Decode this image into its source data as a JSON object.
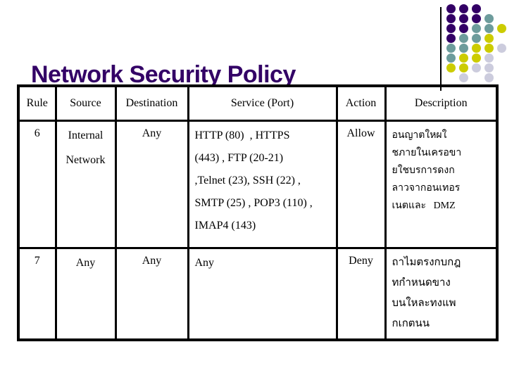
{
  "title": "Network Security Policy",
  "colors": {
    "title": "#330066",
    "border": "#000000",
    "dot_purple": "#330066",
    "dot_teal": "#6D9C9C",
    "dot_yellow": "#CCCC00",
    "dot_gray": "#CCCCDD"
  },
  "decoration": {
    "grid": [
      [
        "purple",
        "purple",
        "purple",
        "",
        ""
      ],
      [
        "purple",
        "purple",
        "purple",
        "teal",
        ""
      ],
      [
        "purple",
        "purple",
        "teal",
        "teal",
        "yellow"
      ],
      [
        "purple",
        "teal",
        "teal",
        "yellow",
        ""
      ],
      [
        "teal",
        "teal",
        "yellow",
        "yellow",
        "gray"
      ],
      [
        "teal",
        "yellow",
        "yellow",
        "gray",
        ""
      ],
      [
        "yellow",
        "yellow",
        "gray",
        "gray",
        ""
      ],
      [
        "",
        "gray",
        "",
        "gray",
        ""
      ]
    ]
  },
  "table": {
    "headers": [
      "Rule",
      "Source",
      "Destination",
      "Service (Port)",
      "Action",
      "Description"
    ],
    "rows": [
      {
        "rule": "6",
        "source_lines": [
          "Internal",
          "Network"
        ],
        "destination": "Any",
        "service_lines": [
          "HTTP (80)  , HTTPS",
          "(443) , FTP (20-21)",
          ",Telnet (23), SSH (22) ,",
          "SMTP (25) , POP3 (110) ,",
          "IMAP4 (143)"
        ],
        "action": "Allow",
        "description_lines": [
          "อนญาตใหผใ",
          "ชภายในเครอขา",
          "ยใชบรการดงก",
          "ลาวจากอนเทอร",
          "เนตและ   DMZ"
        ]
      },
      {
        "rule": "7",
        "source_lines": [
          "Any"
        ],
        "destination": "Any",
        "service_lines": [
          "Any"
        ],
        "action": "Deny",
        "description_lines": [
          "ถาไมตรงกบกฎ",
          "ทกำหนดขาง",
          "บนใหละทงแพ",
          "กเกตนน"
        ]
      }
    ]
  }
}
